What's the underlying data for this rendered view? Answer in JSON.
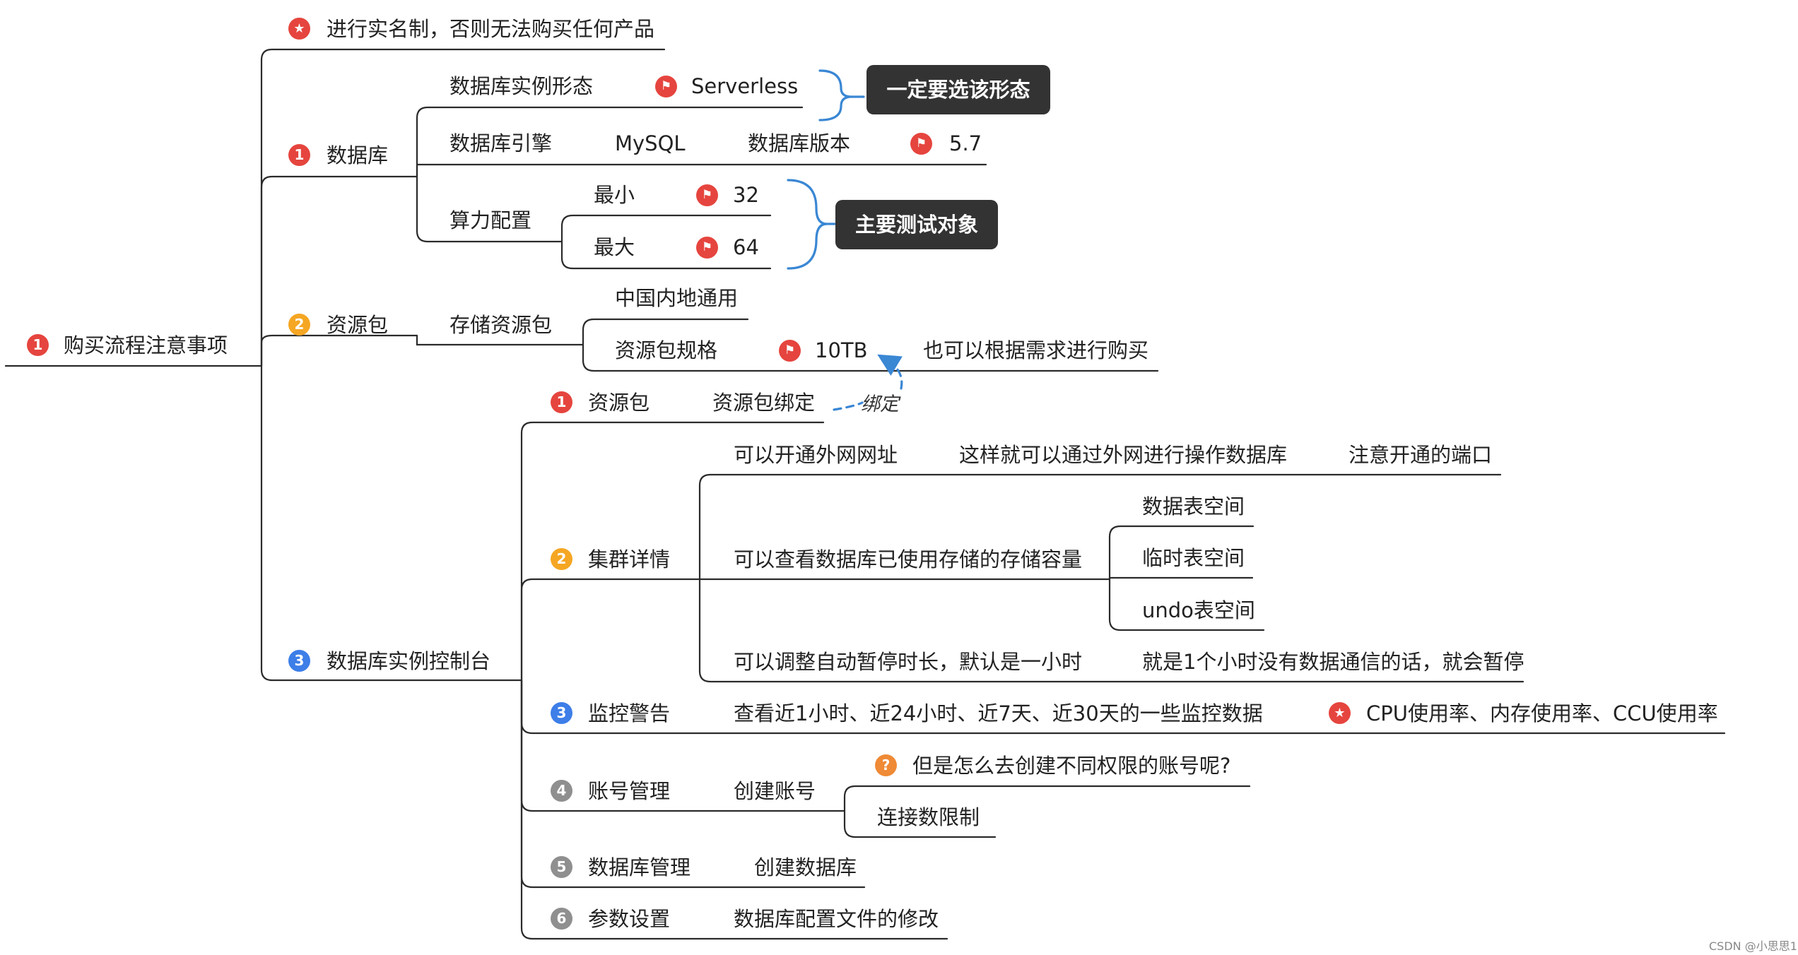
{
  "root": {
    "label": "购买流程注意事项",
    "marker": "1"
  },
  "realname": {
    "label": "进行实名制，否则无法购买任何产品",
    "icon": "star-icon"
  },
  "db": {
    "label": "数据库",
    "marker": "1",
    "instance_form_label": "数据库实例形态",
    "instance_form_value": "Serverless",
    "instance_form_callout": "一定要选该形态",
    "engine_label": "数据库引擎",
    "engine_value": "MySQL",
    "version_label": "数据库版本",
    "version_value": "5.7",
    "compute_label": "算力配置",
    "compute_min_label": "最小",
    "compute_min_value": "32",
    "compute_max_label": "最大",
    "compute_max_value": "64",
    "compute_callout": "主要测试对象"
  },
  "resource": {
    "label": "资源包",
    "marker": "2",
    "storage_label": "存储资源包",
    "region": "中国内地通用",
    "spec_label": "资源包规格",
    "spec_value": "10TB",
    "spec_note": "也可以根据需求进行购买"
  },
  "console": {
    "label": "数据库实例控制台",
    "marker": "3",
    "res": {
      "marker": "1",
      "label": "资源包",
      "bind_label": "资源包绑定",
      "bind_relation": "绑定"
    },
    "cluster": {
      "marker": "2",
      "label": "集群详情",
      "extranet": "可以开通外网网址",
      "extranet_detail": "这样就可以通过外网进行操作数据库",
      "port_note": "注意开通的端口",
      "storage": "可以查看数据库已使用存储的存储容量",
      "storage_items": [
        "数据表空间",
        "临时表空间",
        "undo表空间"
      ],
      "pause": "可以调整自动暂停时长，默认是一小时",
      "pause_detail": "就是1个小时没有数据通信的话，就会暂停"
    },
    "monitor": {
      "marker": "3",
      "label": "监控警告",
      "detail": "查看近1小时、近24小时、近7天、近30天的一些监控数据",
      "metrics": "CPU使用率、内存使用率、CCU使用率"
    },
    "account": {
      "marker": "4",
      "label": "账号管理",
      "create": "创建账号",
      "question": "但是怎么去创建不同权限的账号呢?",
      "question_marker": "?",
      "limit": "连接数限制"
    },
    "dbmgmt": {
      "marker": "5",
      "label": "数据库管理",
      "create": "创建数据库"
    },
    "params": {
      "marker": "6",
      "label": "参数设置",
      "modify": "数据库配置文件的修改"
    }
  },
  "watermark": "CSDN @小思思1",
  "colors": {
    "red": "#e5453e",
    "orange": "#f5a623",
    "blue": "#3d7ee8",
    "gray": "#8f8f8f",
    "line": "#2b2b2b",
    "bracket": "#3a87d4",
    "callout": "#333333"
  }
}
